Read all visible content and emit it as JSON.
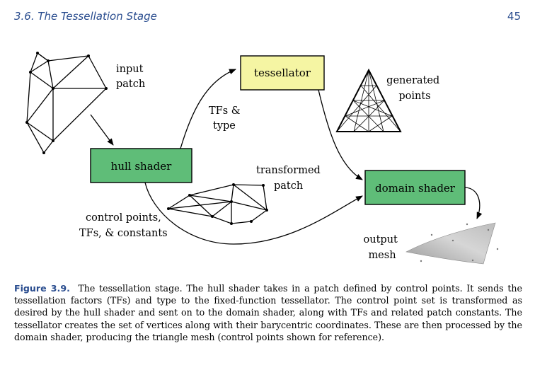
{
  "header": {
    "section_title": "3.6.  The Tessellation Stage",
    "page_number": "45"
  },
  "diagram": {
    "boxes": {
      "hull_shader": "hull shader",
      "tessellator": "tessellator",
      "domain_shader": "domain shader"
    },
    "labels": {
      "input_patch": [
        "input",
        "patch"
      ],
      "tfs_type": [
        "TFs &",
        "type"
      ],
      "generated_points": [
        "generated",
        "points"
      ],
      "transformed_patch": [
        "transformed",
        "patch"
      ],
      "control_points": [
        "control points,",
        "TFs, & constants"
      ],
      "output_mesh": [
        "output",
        "mesh"
      ]
    },
    "colors": {
      "shader_box": "#5fbd78",
      "tessellator_box": "#f5f5a3"
    }
  },
  "caption": {
    "label": "Figure 3.9.",
    "text": "The tessellation stage.  The hull shader takes in a patch defined by control points.  It sends the tessellation factors (TFs) and type to the fixed-function tessellator.  The control point set is transformed as desired by the hull shader and sent on to the domain shader, along with TFs and related patch constants.  The tessellator creates the set of vertices along with their barycentric coordinates.  These are then processed by the domain shader, producing the triangle mesh (control points shown for reference)."
  }
}
